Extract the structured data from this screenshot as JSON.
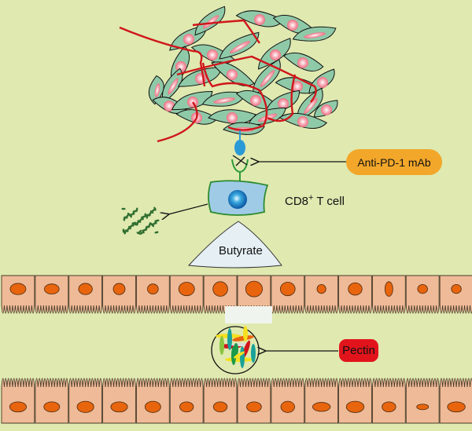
{
  "labels": {
    "anti_pd1": "Anti-PD-1 mAb",
    "cd8_main": "CD8",
    "cd8_sup": "+",
    "cd8_rest": " T cell",
    "butyrate": "Butyrate",
    "pectin": "Pectin"
  },
  "colors": {
    "background": "#dfe9b0",
    "tumor_cell": "#8fcaa8",
    "tumor_nucleus": "#f07f8f",
    "vessel": "#d0161b",
    "tcell_body": "#9fcbe7",
    "tcell_border": "#2e8b2e",
    "pd1_ligand": "#2a9ad6",
    "anti_pd1_pill": "#f2a72a",
    "pectin_pill": "#e1141c",
    "butyrate_arrow": "#e6eff4",
    "epithelial_cell": "#efba97",
    "epithelial_nucleus": "#e8650e",
    "debris": "#2f6e2f"
  },
  "epithelium": {
    "upper_cell_count": 14,
    "lower_cell_count": 14
  },
  "microbiota_fibers": [
    "#d0161b",
    "#2a9ad6",
    "#1a9a4a",
    "#f5e020",
    "#e8650e",
    "#88c540",
    "#1aa29a",
    "#dddddd"
  ]
}
